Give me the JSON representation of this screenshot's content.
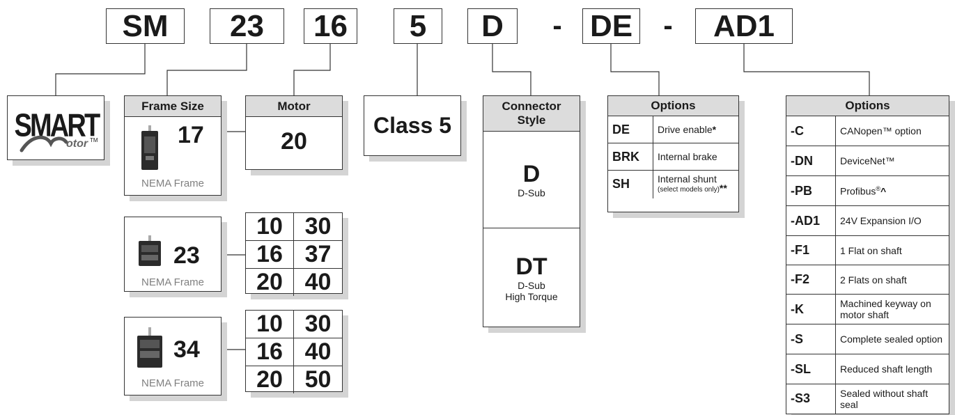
{
  "part_number": {
    "segments": [
      "SM",
      "23",
      "16",
      "5",
      "D",
      "DE",
      "AD1"
    ],
    "separators": [
      "-",
      "-"
    ]
  },
  "logo": {
    "text_main": "SMART",
    "text_sub": "otor",
    "trademark": "TM"
  },
  "frame_size": {
    "header": "Frame Size",
    "frames": [
      {
        "number": "17",
        "caption": "NEMA Frame"
      },
      {
        "number": "23",
        "caption": "NEMA Frame"
      },
      {
        "number": "34",
        "caption": "NEMA Frame"
      }
    ]
  },
  "motor": {
    "header": "Motor",
    "frame17_value": "20",
    "frame23_values": [
      "10",
      "30",
      "16",
      "37",
      "20",
      "40"
    ],
    "frame34_values": [
      "10",
      "30",
      "16",
      "40",
      "20",
      "50"
    ]
  },
  "class": {
    "label": "Class 5"
  },
  "connector_style": {
    "header": "Connector Style",
    "options": [
      {
        "code": "D",
        "desc": "D-Sub"
      },
      {
        "code": "DT",
        "desc_line1": "D-Sub",
        "desc_line2": "High Torque"
      }
    ]
  },
  "options_a": {
    "header": "Options",
    "rows": [
      {
        "code": "DE",
        "desc": "Drive enable",
        "mark": "*"
      },
      {
        "code": "BRK",
        "desc": "Internal brake"
      },
      {
        "code": "SH",
        "desc": "Internal shunt",
        "note": "(select models only)",
        "mark": "**"
      }
    ]
  },
  "options_b": {
    "header": "Options",
    "rows": [
      {
        "code": "-C",
        "desc": "CANopen™ option"
      },
      {
        "code": "-DN",
        "desc": "DeviceNet™"
      },
      {
        "code": "-PB",
        "desc": "Profibus",
        "sup": "®",
        "mark": "^"
      },
      {
        "code": "-AD1",
        "desc": "24V Expansion I/O"
      },
      {
        "code": "-F1",
        "desc": "1 Flat on shaft"
      },
      {
        "code": "-F2",
        "desc": "2 Flats on shaft"
      },
      {
        "code": "-K",
        "desc": "Machined keyway on motor shaft"
      },
      {
        "code": "-S",
        "desc": "Complete sealed option"
      },
      {
        "code": "-SL",
        "desc": "Reduced shaft length"
      },
      {
        "code": "-S3",
        "desc": "Sealed without shaft seal"
      }
    ]
  }
}
